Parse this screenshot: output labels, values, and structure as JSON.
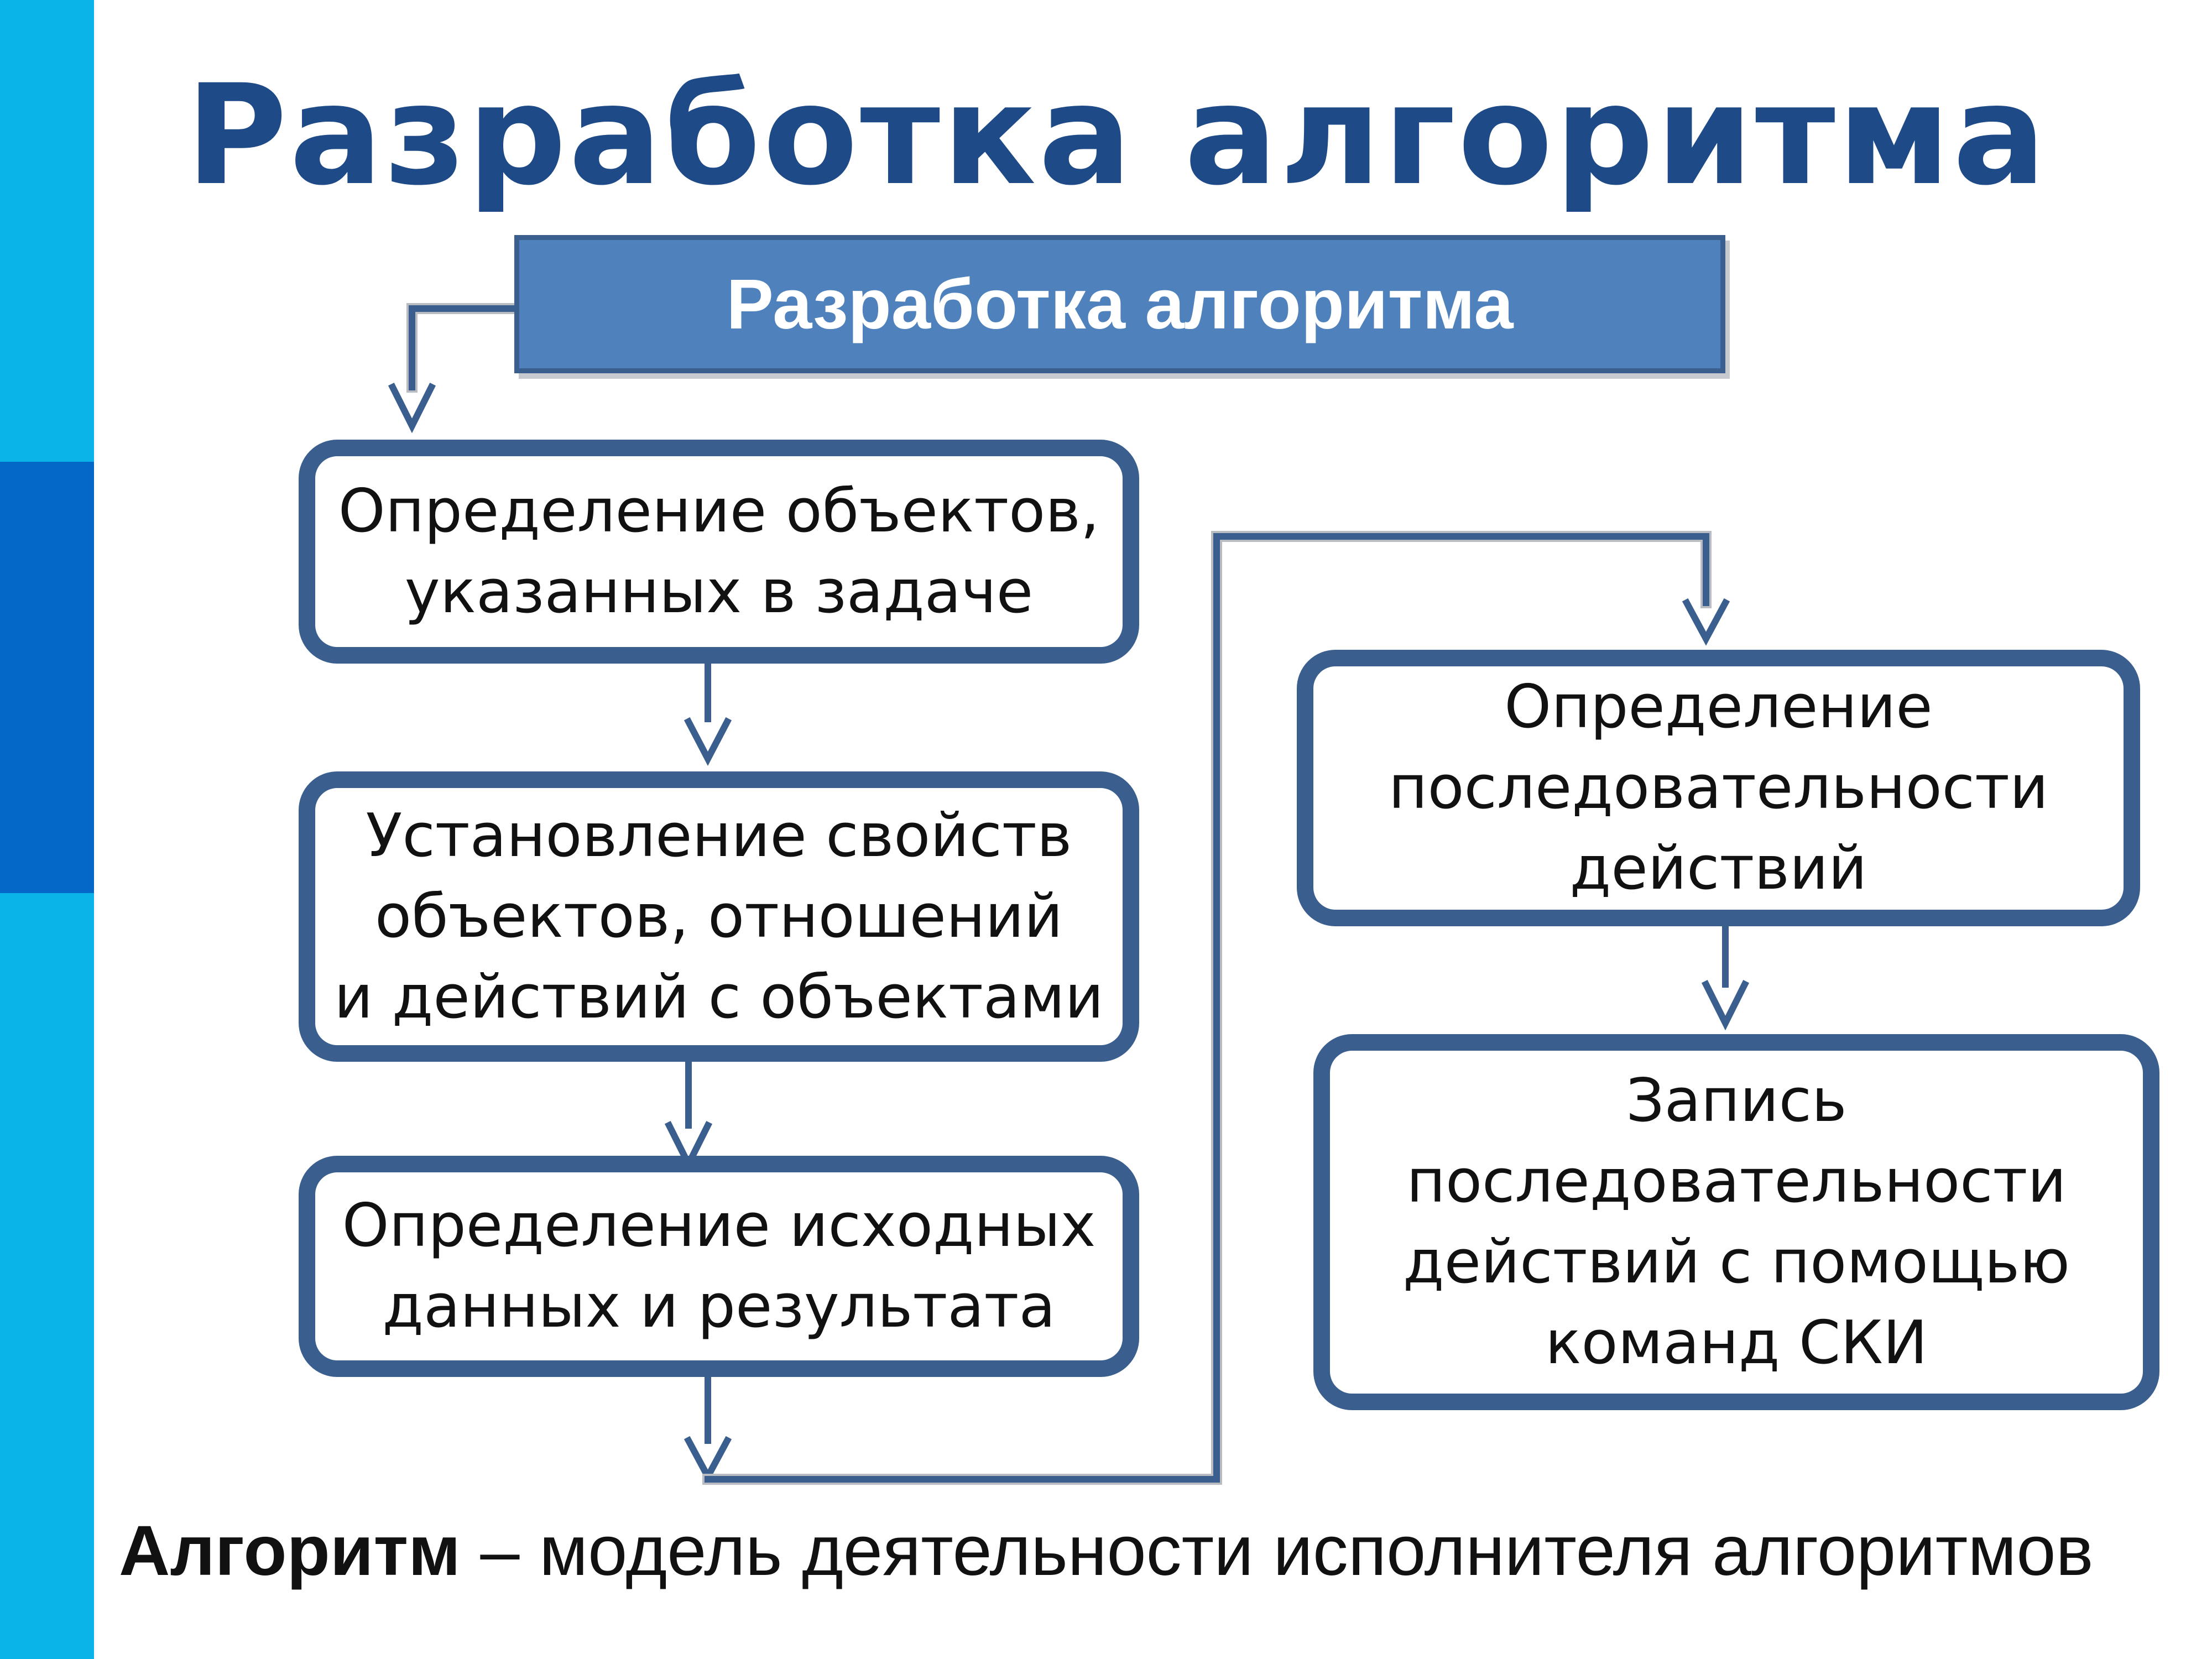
{
  "title": "Разработка алгоритма",
  "header_box": "Разработка алгоритма",
  "steps": [
    "Определение объектов,\nуказанных в задаче",
    "Установление свойств\nобъектов, отношений\nи действий с объектами",
    "Определение исходных\nданных и результата",
    "Определение\nпоследовательности\nдействий",
    "Запись\nпоследовательности\nдействий с помощью\nкоманд СКИ"
  ],
  "footer": {
    "term": "Алгоритм",
    "definition": " – модель деятельности исполнителя алгоритмов"
  },
  "colors": {
    "title": "#1e4a87",
    "box_border": "#3a5f8f",
    "header_fill": "#4f81bd",
    "sidebar_light": "#0bb4e8",
    "sidebar_dark": "#0468c8"
  }
}
